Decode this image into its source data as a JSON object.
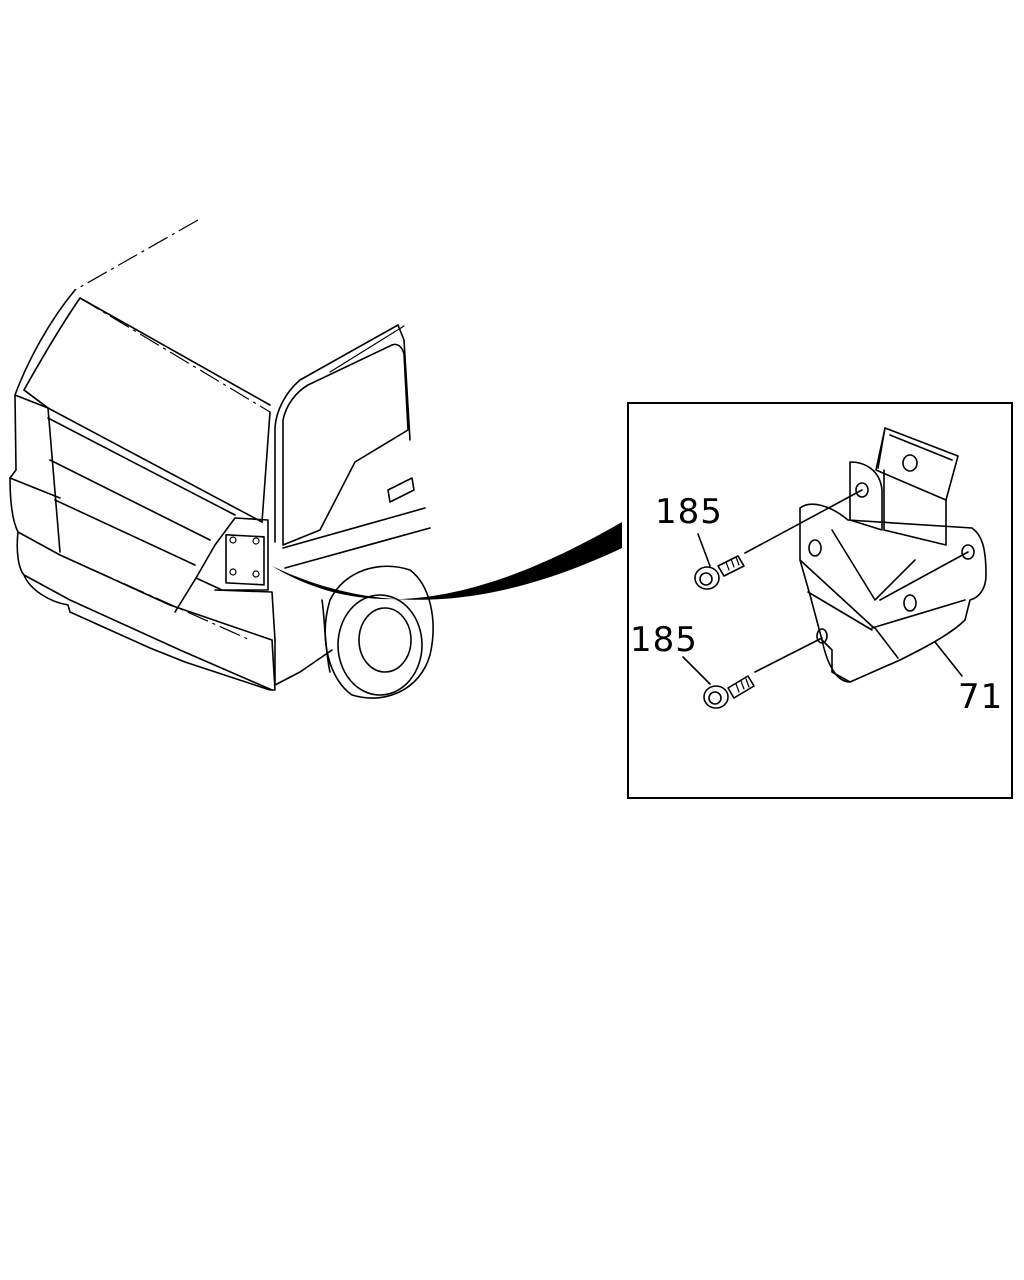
{
  "diagram": {
    "callouts": [
      {
        "id": "upper-bolt",
        "text": "185"
      },
      {
        "id": "lower-bolt",
        "text": "185"
      },
      {
        "id": "bracket",
        "text": "71"
      }
    ]
  }
}
